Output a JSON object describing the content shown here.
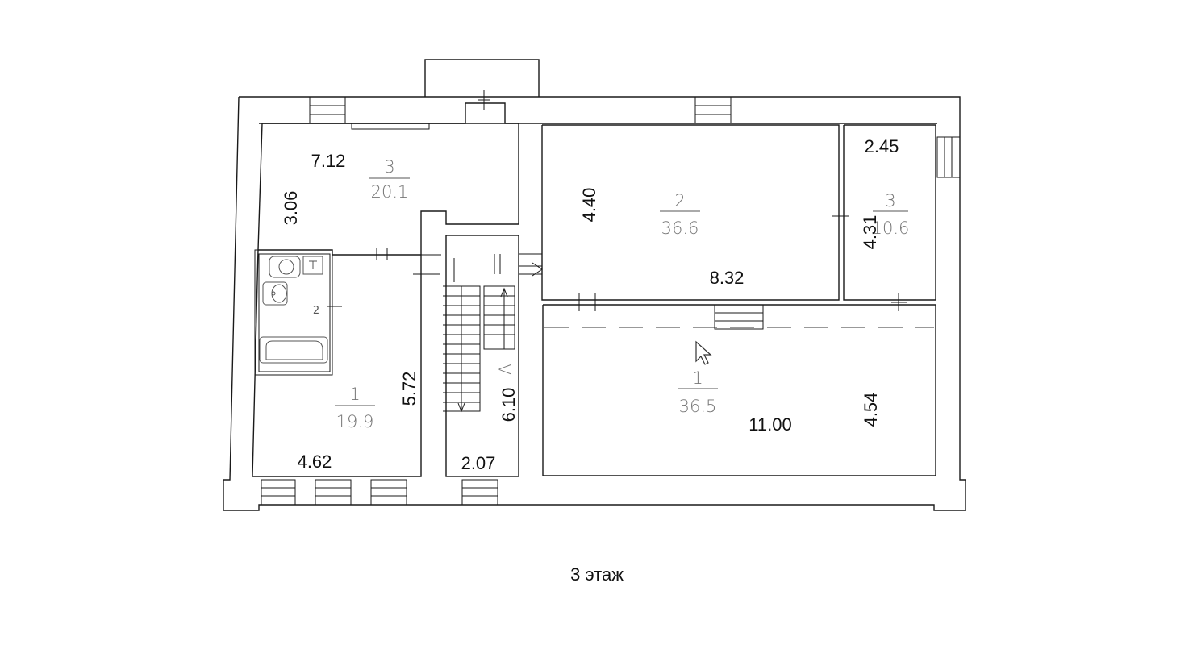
{
  "floor_label": "3 этаж",
  "rooms": [
    {
      "id": "room-top-left",
      "number": "3",
      "area": "20.1"
    },
    {
      "id": "room-left",
      "number": "1",
      "area": "19.9"
    },
    {
      "id": "room-middle",
      "number": "2",
      "area": "36.6"
    },
    {
      "id": "room-right-small",
      "number": "3",
      "area": "10.6"
    },
    {
      "id": "room-bottom-right",
      "number": "1",
      "area": "36.5"
    }
  ],
  "dimensions": {
    "top_left_width": "7.12",
    "top_left_height": "3.06",
    "left_height": "5.72",
    "left_width": "4.62",
    "stair_height": "6.10",
    "stair_width": "2.07",
    "middle_height": "4.40",
    "middle_width": "8.32",
    "right_small_width": "2.45",
    "right_small_height": "4.31",
    "bottom_right_width": "11.00",
    "bottom_right_height": "4.54"
  },
  "labels": {
    "bathroom_number": "2",
    "stair_letter": "A"
  }
}
